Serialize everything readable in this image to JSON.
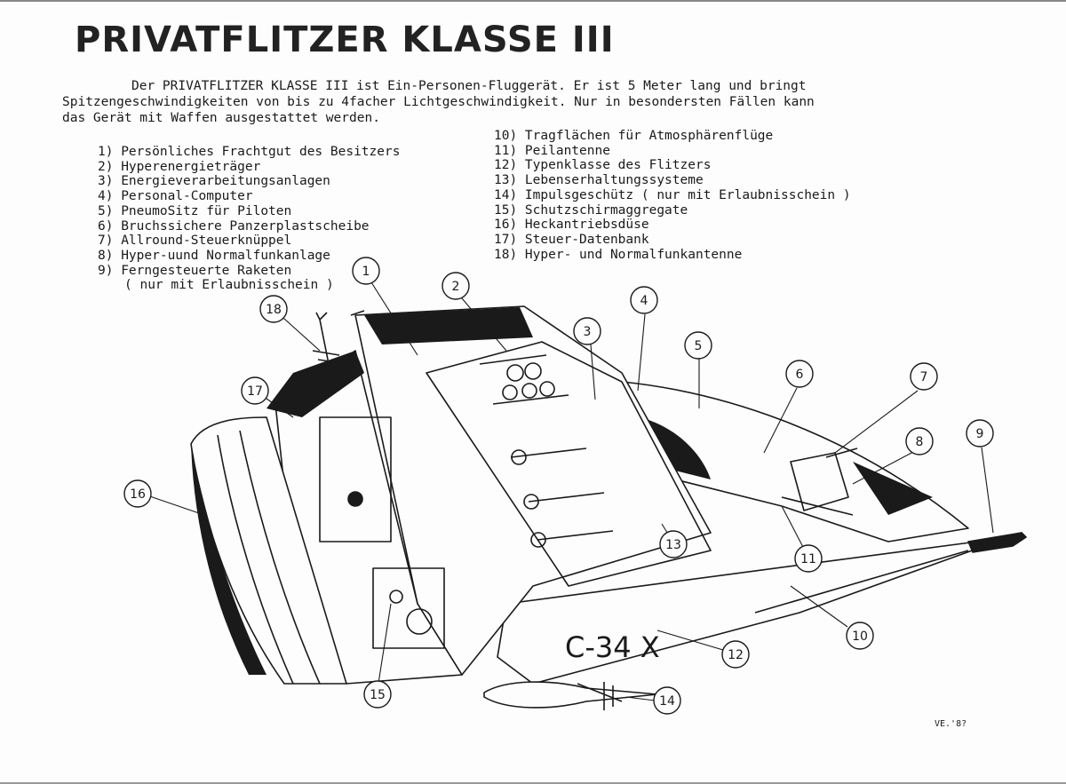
{
  "title": "PRIVATFLITZER KLASSE III",
  "intro": [
    "Der PRIVATFLITZER KLASSE III ist Ein-Personen-Fluggerät. Er ist 5 Meter lang und bringt",
    "Spitzengeschwindigkeiten von bis zu 4facher Lichtgeschwindigkeit. Nur in besondersten Fällen kann",
    "das Gerät mit Waffen ausgestattet werden."
  ],
  "legend_left": [
    "1) Persönliches Frachtgut des Besitzers",
    "2) Hyperenergieträger",
    "3) Energieverarbeitungsanlagen",
    "4) Personal-Computer",
    "5) PneumoSitz für Piloten",
    "6) Bruchssichere Panzerplastscheibe",
    "7) Allround-Steuerknüppel",
    "8) Hyper-uund Normalfunkanlage",
    "9) Ferngesteuerte Raketen"
  ],
  "legend_left_sub": "( nur mit Erlaubnisschein )",
  "legend_right": [
    "10) Tragflächen für Atmosphärenflüge",
    "11) Peilantenne",
    "12) Typenklasse des Flitzers",
    "13) Lebenserhaltungssysteme",
    "14) Impulsgeschütz ( nur mit Erlaubnisschein )",
    "15) Schutzschirmaggregate",
    "16) Heckantriebsdüse",
    "17) Steuer-Datenbank",
    "18) Hyper- und Normalfunkantenne"
  ],
  "callouts": [
    "1",
    "2",
    "3",
    "4",
    "5",
    "6",
    "7",
    "8",
    "9",
    "10",
    "11",
    "12",
    "13",
    "14",
    "15",
    "16",
    "17",
    "18"
  ],
  "hull_marking": "C-34 X",
  "signature": "VE.'8?",
  "colors": {
    "ink": "#1a1a1a",
    "paper": "#fdfdfd"
  }
}
